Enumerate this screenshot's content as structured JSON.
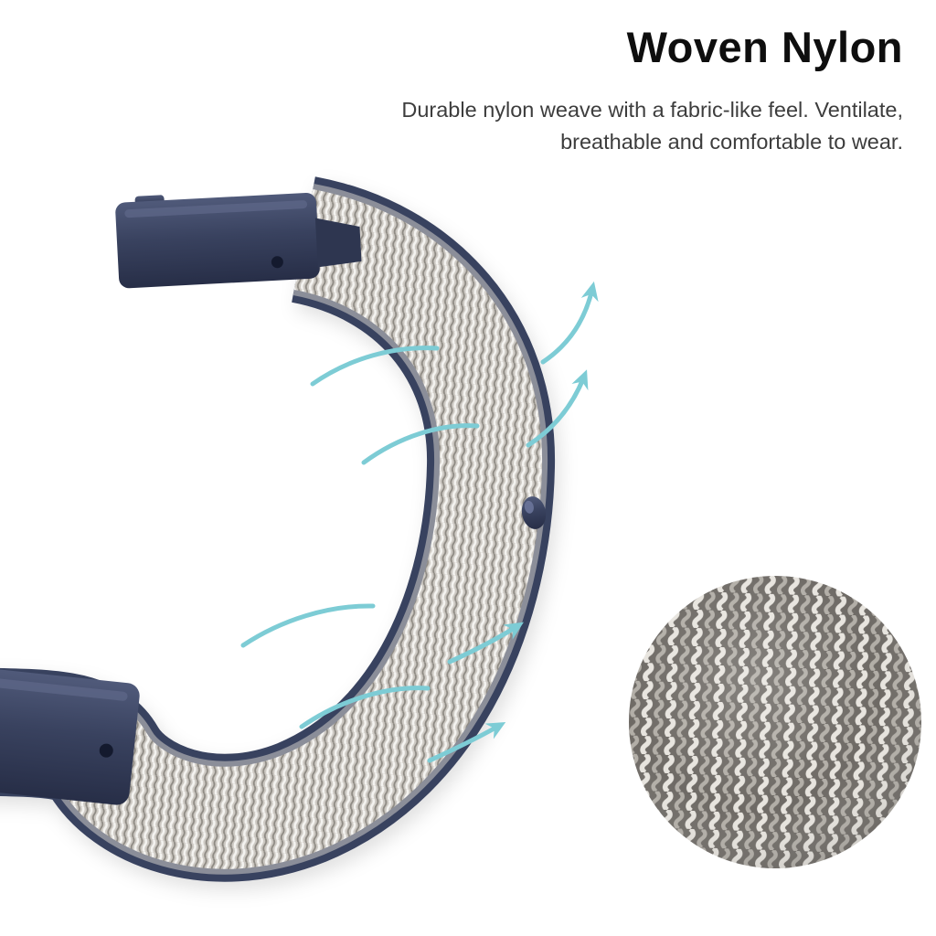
{
  "page": {
    "background_color": "#ffffff"
  },
  "header": {
    "title": "Woven Nylon",
    "title_color": "#0e0e0e",
    "description_line1": "Durable nylon weave with a fabric-like feel. Ventilate,",
    "description_line2": "breathable and comfortable to wear.",
    "description_color": "#3d3d3d"
  },
  "illustration": {
    "band": {
      "label": "woven-nylon-watch-band",
      "edge_color": "#39425f",
      "fabric_base_color": "#cdc9c3",
      "fabric_highlight_color": "#f4f3f0",
      "fabric_shadow_color": "#8e8a83",
      "connector_color": "#39425f",
      "pin_color": "#39425f"
    },
    "airflow": {
      "label": "airflow-arrows",
      "color": "#7dccd5",
      "arrow_count": 4,
      "flow_line_count": 4
    },
    "texture_detail": {
      "label": "fabric-texture-magnified",
      "base_color": "#6e6a65",
      "thread_light_color": "#e7e4de",
      "thread_mid_color": "#b2aea7"
    }
  }
}
